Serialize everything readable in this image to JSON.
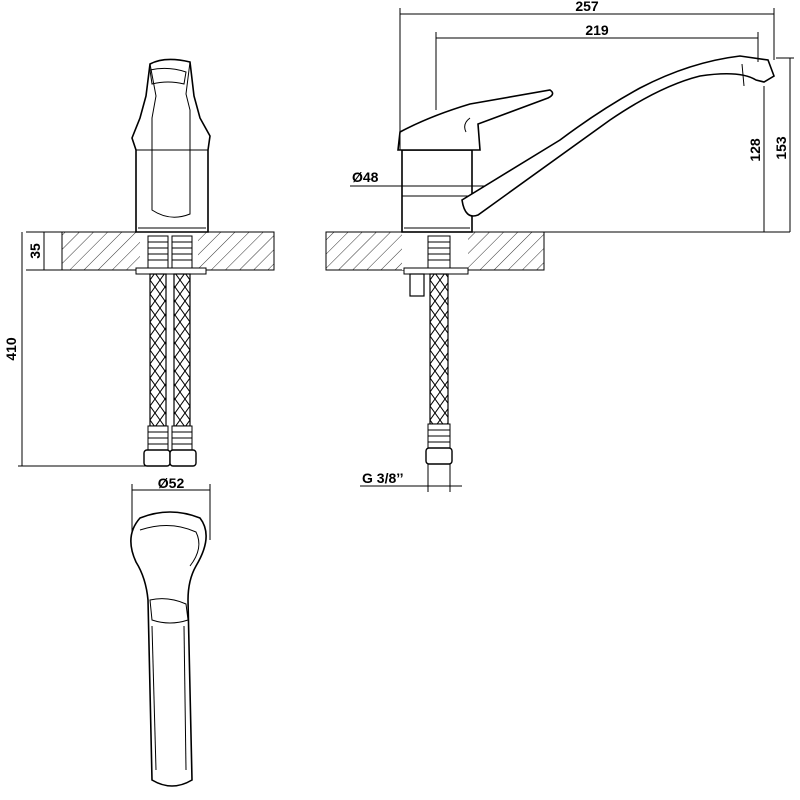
{
  "dimensions": {
    "total_reach": "257",
    "spout_reach": "219",
    "height_total": "153",
    "height_spout": "128",
    "body_diameter": "Ø48",
    "base_diameter": "Ø52",
    "deck_thickness": "35",
    "hose_length": "410",
    "thread": "G 3/8’’"
  }
}
